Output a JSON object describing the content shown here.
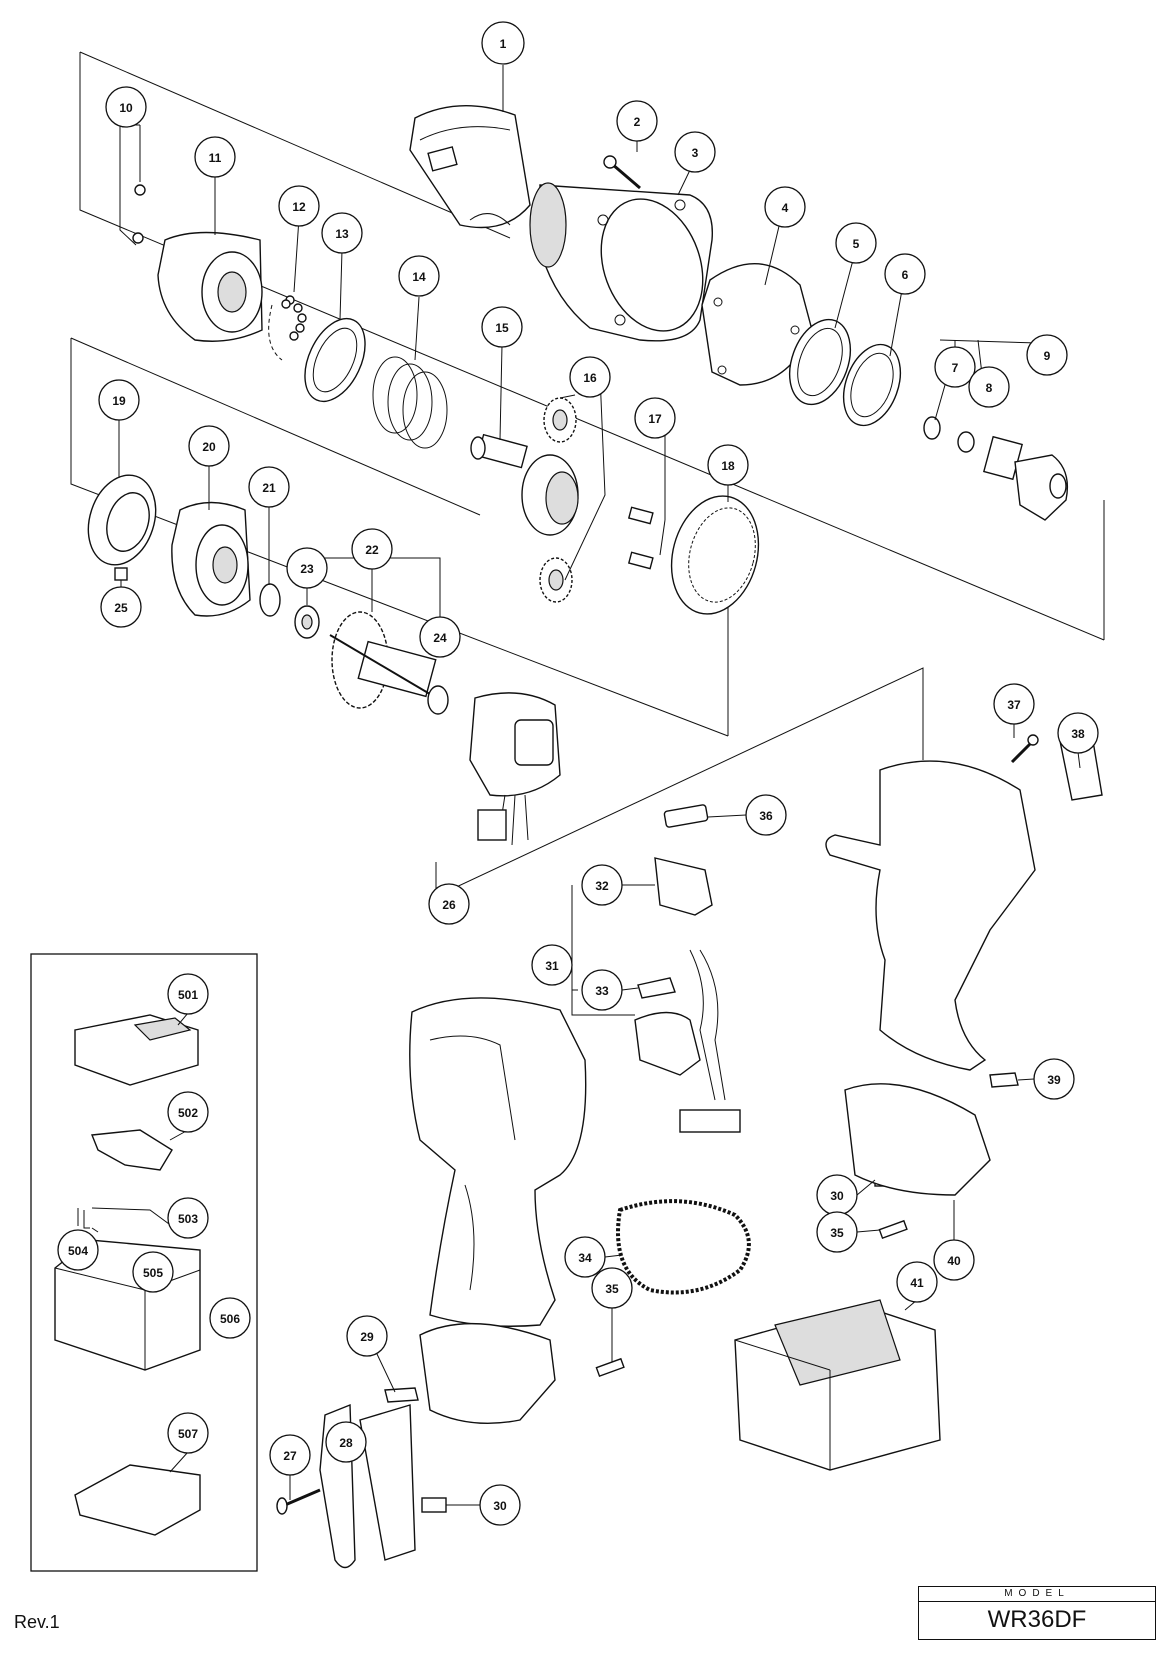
{
  "revision": "Rev.1",
  "model": {
    "caption": "MODEL",
    "value": "WR36DF"
  },
  "callouts": {
    "c1": "1",
    "c2": "2",
    "c3": "3",
    "c4": "4",
    "c5": "5",
    "c6": "6",
    "c7": "7",
    "c8": "8",
    "c9": "9",
    "c10": "10",
    "c11": "11",
    "c12": "12",
    "c13": "13",
    "c14": "14",
    "c15": "15",
    "c16": "16",
    "c17": "17",
    "c18": "18",
    "c19": "19",
    "c20": "20",
    "c21": "21",
    "c22": "22",
    "c23": "23",
    "c24": "24",
    "c25": "25",
    "c26": "26",
    "c27": "27",
    "c28": "28",
    "c29": "29",
    "c30a": "30",
    "c30b": "30",
    "c31": "31",
    "c32": "32",
    "c33": "33",
    "c34": "34",
    "c35a": "35",
    "c35b": "35",
    "c36": "36",
    "c37": "37",
    "c38": "38",
    "c39": "39",
    "c40": "40",
    "c41": "41",
    "c501": "501",
    "c502": "502",
    "c503": "503",
    "c504": "504",
    "c505": "505",
    "c506": "506",
    "c507": "507"
  }
}
